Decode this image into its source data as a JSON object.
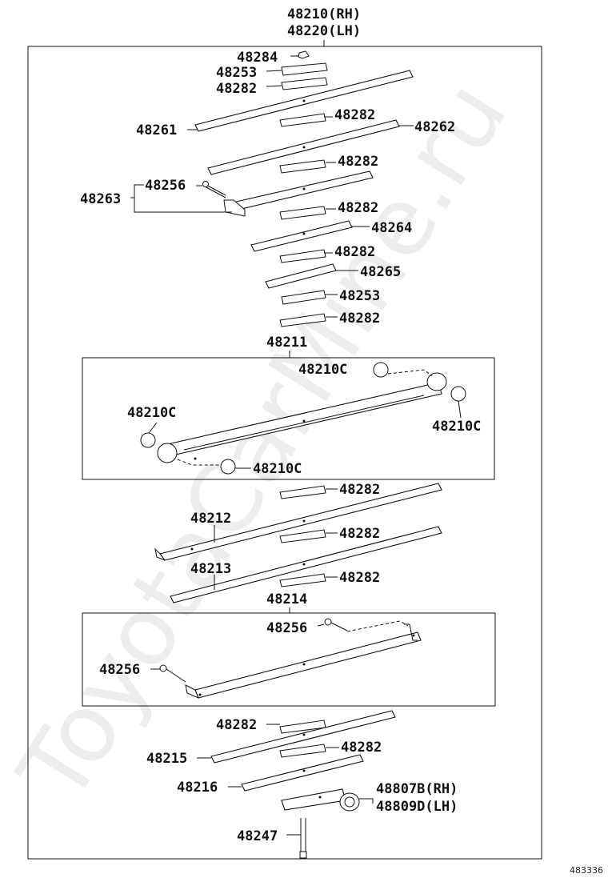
{
  "header": {
    "line1": "48210(RH)",
    "line2": "48220(LH)"
  },
  "watermark": "ToyotaCarMine.ru",
  "diagram_code": "483336",
  "labels": {
    "p48284": "48284",
    "p48253a": "48253",
    "p48282a": "48282",
    "p48261": "48261",
    "p48282b": "48282",
    "p48262": "48262",
    "p48282c": "48282",
    "p48263": "48263",
    "p48256a": "48256",
    "p48282d": "48282",
    "p48264": "48264",
    "p48282e": "48282",
    "p48265": "48265",
    "p48253b": "48253",
    "p48282f": "48282",
    "p48211": "48211",
    "p48210c_a": "48210C",
    "p48210c_b": "48210C",
    "p48210c_c": "48210C",
    "p48210c_d": "48210C",
    "p48282g": "48282",
    "p48212": "48212",
    "p48282h": "48282",
    "p48213": "48213",
    "p48282i": "48282",
    "p48214": "48214",
    "p48256b": "48256",
    "p48256c": "48256",
    "p48282j": "48282",
    "p48215": "48215",
    "p48282k": "48282",
    "p48216": "48216",
    "p48807b": "48807B(RH)",
    "p48809d": "48809D(LH)",
    "p48247": "48247"
  }
}
